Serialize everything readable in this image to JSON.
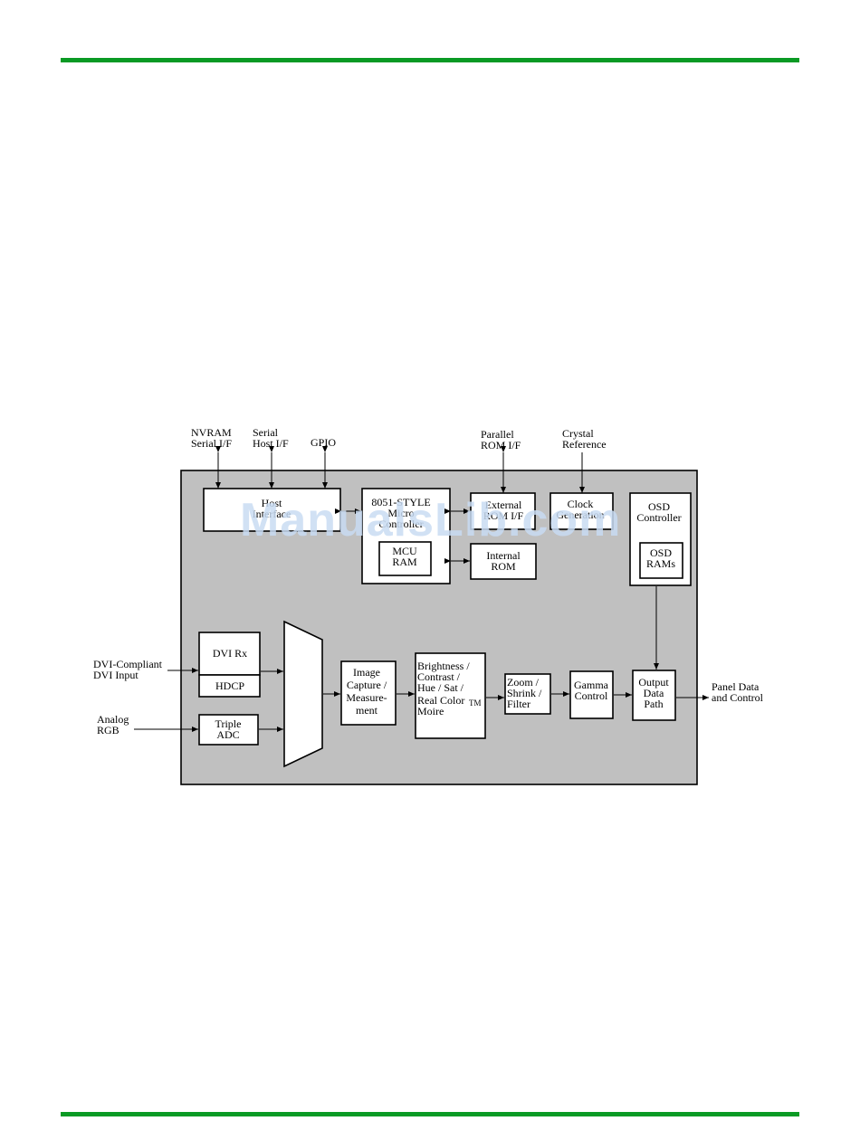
{
  "colors": {
    "rule": "#0a9a24",
    "chip_background": "#c0c0c0",
    "watermark": "#c9dcf3"
  },
  "watermark": "ManualsLib.com",
  "diagram": {
    "external_labels": {
      "nvram": [
        "NVRAM",
        "Serial I/F"
      ],
      "serial_host": [
        "Serial",
        "Host I/F"
      ],
      "gpio": [
        "GPIO"
      ],
      "parallel_rom": [
        "Parallel",
        "ROM I/F"
      ],
      "crystal": [
        "Crystal",
        "Reference"
      ],
      "dvi_input": [
        "DVI-Compliant",
        "DVI Input"
      ],
      "analog_rgb": [
        "Analog",
        "RGB"
      ],
      "panel_out": [
        "Panel Data",
        "and Control"
      ]
    },
    "blocks": {
      "host_interface": [
        "Host",
        "Interface"
      ],
      "mcu": [
        "8051-STYLE",
        "Micro",
        "Controller"
      ],
      "mcu_ram": [
        "MCU",
        "RAM"
      ],
      "external_rom": [
        "External",
        "ROM I/F"
      ],
      "internal_rom": [
        "Internal",
        "ROM"
      ],
      "clock": [
        "Clock",
        "Generation"
      ],
      "osd": [
        "OSD",
        "Controller"
      ],
      "osd_rams": [
        "OSD",
        "RAMs"
      ],
      "dvi_rx": [
        "DVI Rx"
      ],
      "hdcp": [
        "HDCP"
      ],
      "triple_adc": [
        "Triple",
        "ADC"
      ],
      "image_capture": [
        "Image",
        "Capture /",
        "Measure-",
        "ment"
      ],
      "brightness": [
        "Brightness /",
        "Contrast /",
        "Hue / Sat /",
        "Real Color",
        "Moire"
      ],
      "brightness_tm": "TM",
      "zoom": [
        "Zoom /",
        "Shrink /",
        "Filter"
      ],
      "gamma": [
        "Gamma",
        "Control"
      ],
      "output": [
        "Output",
        "Data",
        "Path"
      ]
    }
  }
}
